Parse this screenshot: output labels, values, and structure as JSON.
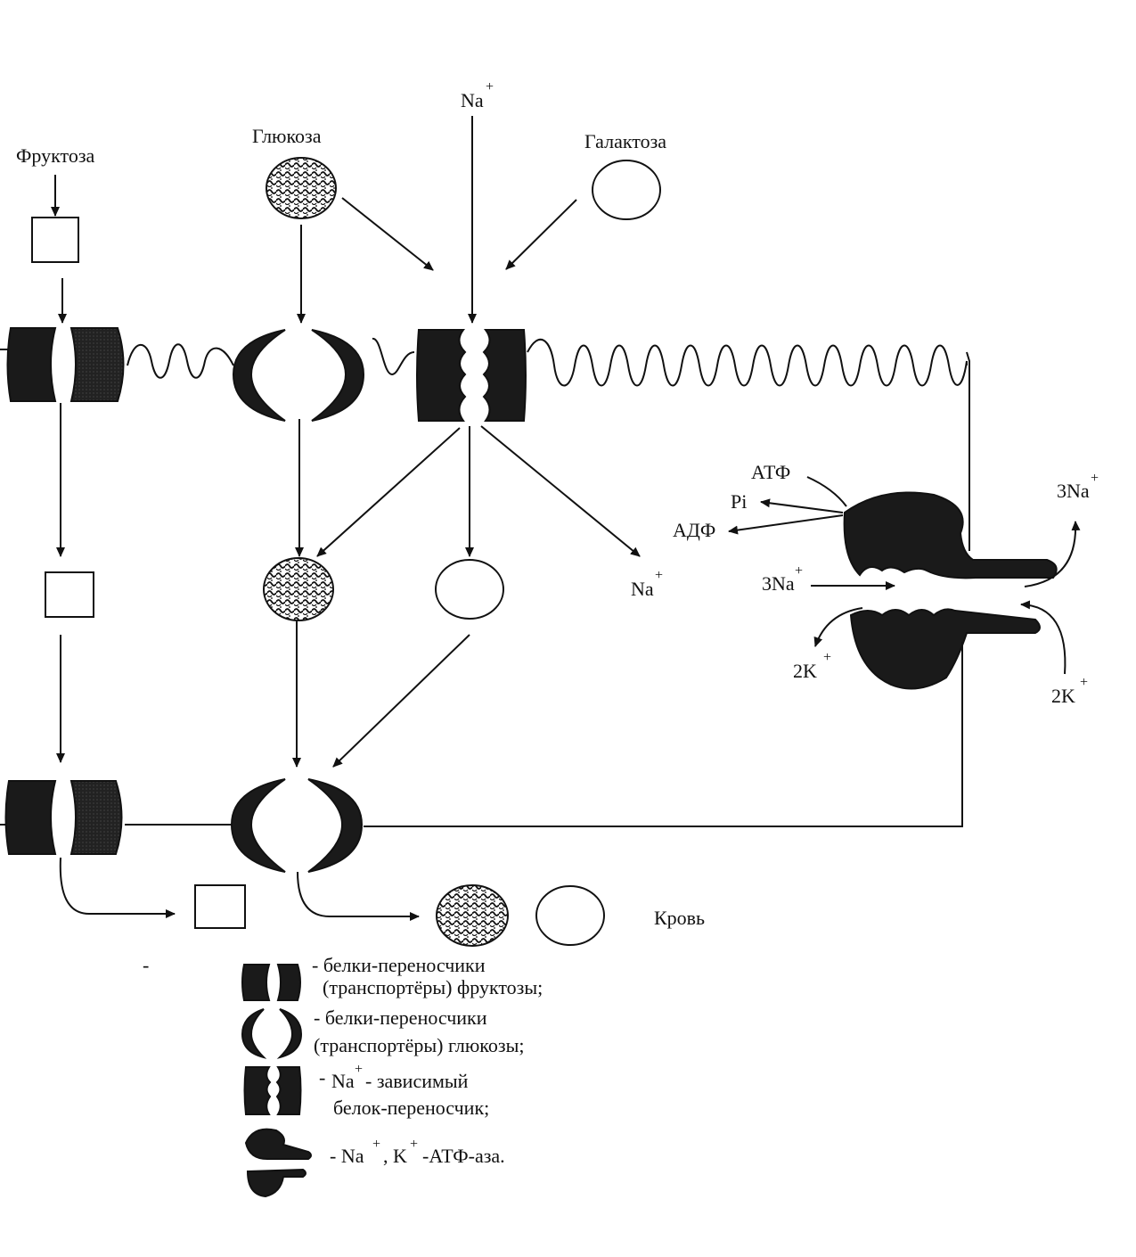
{
  "labels": {
    "fructose": "Фруктоза",
    "glucose": "Глюкоза",
    "galactose": "Галактоза",
    "na_top": "Na",
    "na_mid": "Na",
    "atf": "АТФ",
    "pi": "Pi",
    "adf": "АДФ",
    "three_na_left": "3Na",
    "three_na_right": "3Na",
    "two_k_left": "2K",
    "two_k_right": "2K",
    "plus": "+",
    "blood": "Кровь"
  },
  "legend": {
    "fructose_line1": "- белки-переносчики",
    "fructose_line2": "(транспортёры) фруктозы;",
    "glucose_line1": "- белки-переносчики",
    "glucose_line2": "(транспортёры) глюкозы;",
    "na_line1_dash": "-",
    "na_line1_na": "Na",
    "na_line1_plus": "+",
    "na_line1_rest": " - зависимый",
    "na_line2": "белок-переносчик;",
    "atpase_prefix": "- Na",
    "atpase_plus1": "+",
    "atpase_k": ", K",
    "atpase_plus2": "+",
    "atpase_rest": "-АТФ-аза."
  }
}
